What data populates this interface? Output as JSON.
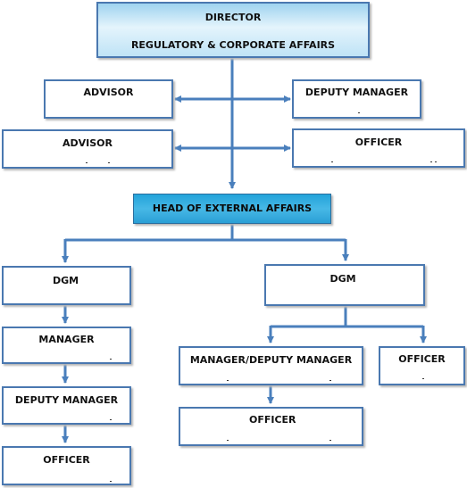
{
  "director": {
    "line1": "DIRECTOR",
    "line2": "REGULATORY & CORPORATE AFFAIRS"
  },
  "left_staff": [
    {
      "title": "ADVISOR"
    },
    {
      "title": "ADVISOR"
    }
  ],
  "right_staff": [
    {
      "title": "DEPUTY MANAGER"
    },
    {
      "title": "OFFICER"
    }
  ],
  "head": {
    "title": "HEAD OF EXTERNAL AFFAIRS"
  },
  "left_branch": [
    {
      "title": "DGM"
    },
    {
      "title": "MANAGER"
    },
    {
      "title": "DEPUTY MANAGER"
    },
    {
      "title": "OFFICER"
    }
  ],
  "right_branch": {
    "dgm": {
      "title": "DGM"
    },
    "manager": {
      "title": "MANAGER/DEPUTY MANAGER"
    },
    "officer_side": {
      "title": "OFFICER"
    },
    "officer_below": {
      "title": "OFFICER"
    }
  },
  "colors": {
    "connector": "#4a7fbc",
    "border": "#4a78b0",
    "director_gradient": [
      "#9fd3ef",
      "#e4f4fc"
    ],
    "head_fill": "#2ba6dc"
  }
}
